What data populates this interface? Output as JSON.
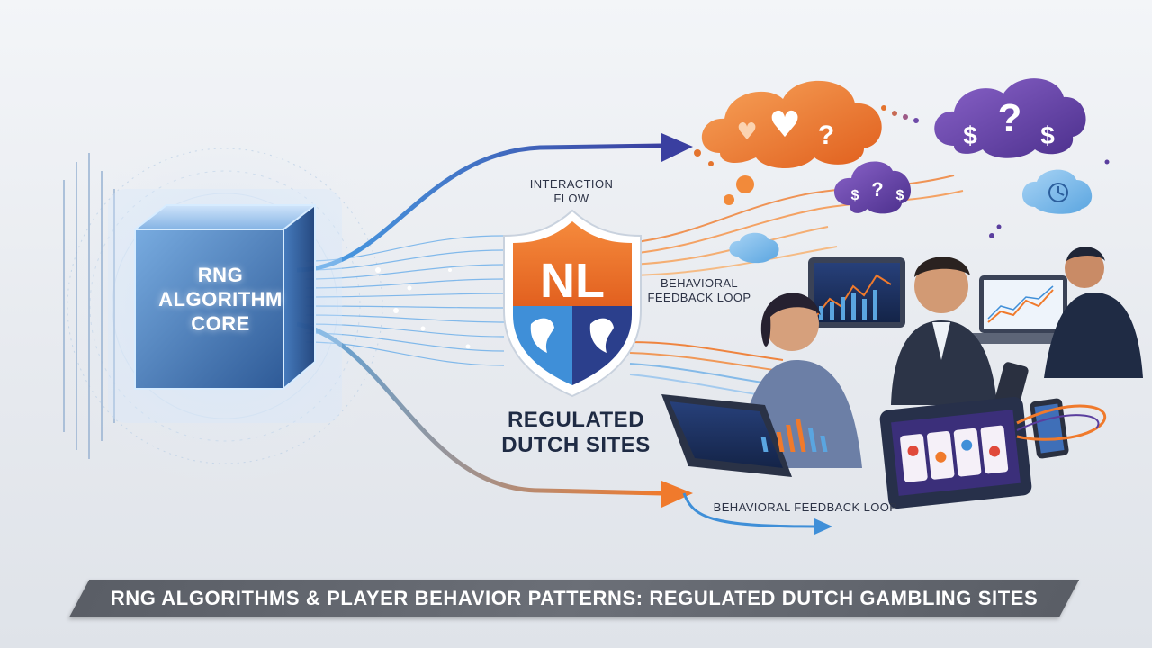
{
  "core": {
    "label_lines": [
      "RNG",
      "ALGORITHM",
      "CORE"
    ]
  },
  "shield": {
    "badge": "NL",
    "label_lines": [
      "REGULATED",
      "DUTCH SITES"
    ]
  },
  "flows": {
    "interaction_flow_lines": [
      "INTERACTION",
      "FLOW"
    ],
    "feedback_loop_upper_lines": [
      "BEHAVIORAL",
      "FEEDBACK LOOP"
    ],
    "feedback_loop_lower": "BEHAVIORAL FEEDBACK LOOP"
  },
  "clouds": {
    "orange_symbols": [
      "♥",
      "♥",
      "?"
    ],
    "purple_large_symbols": [
      "$",
      "?",
      "$"
    ],
    "purple_small_symbols": [
      "$",
      "?",
      "$"
    ]
  },
  "title": {
    "text": "RNG ALGORITHMS & PLAYER BEHAVIOR PATTERNS: REGULATED DUTCH GAMBLING SITES"
  },
  "colors": {
    "accent_orange": "#f0762b",
    "accent_blue": "#3f8fd8",
    "accent_purple": "#5a3e9e",
    "navy": "#2b3f8c"
  }
}
